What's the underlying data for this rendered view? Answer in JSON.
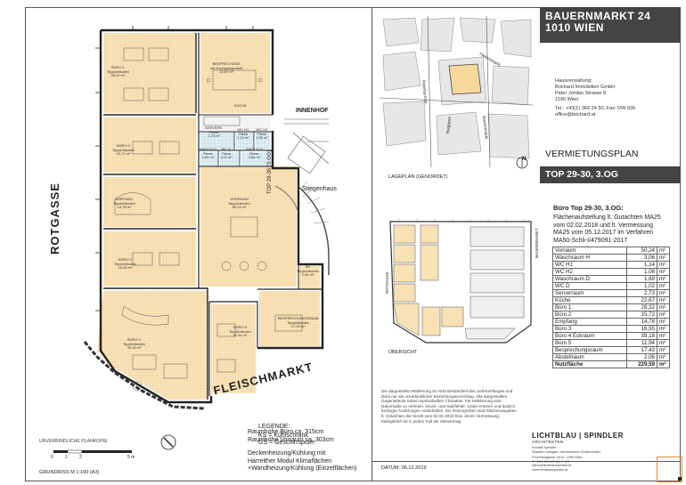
{
  "header": {
    "address_line1": "BAUERNMARKT 24",
    "address_line2": "1010 WIEN"
  },
  "management": {
    "heading": "Hausverwaltung:",
    "company": "Brichard Immobilien GmbH",
    "street": "Peter Jordan Strasse 8",
    "city": "1190 Wien",
    "phone": "Tel.: +43(1) 369 24 50, Fax: DW 936",
    "email": "office@brichard.at"
  },
  "plan_title": {
    "heading": "VERMIETUNGSPLAN",
    "unit": "TOP 29-30, 3.OG"
  },
  "site_plan": {
    "caption": "LAGEPLAN (GENORDET)",
    "north": "N",
    "streets": [
      "Rotenturmstr.",
      "Fleischmarkt",
      "Bauernmarkt",
      "Rotgasse"
    ]
  },
  "overview": {
    "caption": "ÜBERSICHT",
    "streets": [
      "ROTGASSE",
      "BAUERNMARKT"
    ]
  },
  "description": {
    "heading": "Büro Top 29-30, 3.OG:",
    "lines": [
      "Flächenaufstellung lt. Gutachten MA25",
      "vom  02.02.2018 und lt. Vermessung",
      "MA25 vom 05.12.2017 im Verfahren",
      "MA50-Schli-I/479091-2017"
    ]
  },
  "area_table": {
    "unit": "m²",
    "rows": [
      {
        "name": "Vorraum",
        "value": "50,24"
      },
      {
        "name": "Waschraum H",
        "value": "3,06"
      },
      {
        "name": "WC H1",
        "value": "1,14"
      },
      {
        "name": "WC H2",
        "value": "1,06"
      },
      {
        "name": "Waschraum D",
        "value": "1,69"
      },
      {
        "name": "WC D",
        "value": "1,02"
      },
      {
        "name": "Serverraum",
        "value": "2,73"
      },
      {
        "name": "Küche",
        "value": "22,67"
      },
      {
        "name": "Büro 1",
        "value": "28,32"
      },
      {
        "name": "Büro 2",
        "value": "15,72"
      },
      {
        "name": "Empfang",
        "value": "14,78"
      },
      {
        "name": "Büro 3",
        "value": "16,55"
      },
      {
        "name": "Büro 4 Eckraum",
        "value": "39,18"
      },
      {
        "name": "Büro 5",
        "value": "11,94"
      },
      {
        "name": "Besprechungsraum",
        "value": "17,43"
      },
      {
        "name": "Abstellraum",
        "value": "2,06"
      }
    ],
    "total_name": "Nutzfläche",
    "total_value": "229,59"
  },
  "disclaimer": [
    "Die dargestellte Möblierung ist nicht Bestandteil des Lieferumfanges und",
    "dient nur als unverbindlicher Einrichtungsvorschlag. Alle dargestellten",
    "Gegenstände haben symbolhaften Charakter. Für Möblierung sind",
    "Naturmaße zu nehmen. Druck- und Satzfehler, sowie Irrtümer und baulich",
    "bedingte Änderungen vorbehalten. Die Raumgrößen sind Flächenangaben",
    "lt. Gutachten der MA25 vom 02.02.2018 bzw. deren Vermessung.",
    "Maßgeblich ist in jedem Fall der Mietvertrag."
  ],
  "date": "DATUM: 06.12.2019",
  "architects": {
    "name": "LICHTBLAU | SPINDLER",
    "sub": "ARCHITEKTEN",
    "lines": [
      "Konrad Spindler",
      "Staatlich befugter und beeideter Ziviltechniker",
      "Porzellangasse 13/15, 1090 Wien",
      "T +43 1 319 67 46, F -19",
      "office@lichtblauspindler.at",
      "www.lichtblauspindler.at"
    ]
  },
  "floor_plan": {
    "streets": {
      "left": "ROTGASSE",
      "bottom": "FLEISCHMARKT"
    },
    "labels": {
      "innenhof": "INNENHOF",
      "stiegenhaus": "Stiegenhaus",
      "top": "TOP 29-30",
      "top_sub": "(3.OG)"
    },
    "rooms": [
      {
        "name": "BÜRO 1",
        "sub": "Teppichboden",
        "area": "28,32 m²"
      },
      {
        "name": "BESPRECHUNG",
        "sub": "mit Kochgelegenheit",
        "area": "22,67 m²"
      },
      {
        "name": "KÜCHE",
        "sub": "",
        "area": ""
      },
      {
        "name": "BÜRO 2",
        "sub": "Teppichboden",
        "area": "15,72 m²"
      },
      {
        "name": "SERVERR.",
        "sub": "Fliese",
        "area": "2,73 m²"
      },
      {
        "name": "WC H1",
        "sub": "Fliese",
        "area": "1,14 m²"
      },
      {
        "name": "WC H2",
        "sub": "Fliese",
        "area": "1,06 m²"
      },
      {
        "name": "WASCH.D",
        "sub": "Fliese",
        "area": "1,69 m²"
      },
      {
        "name": "WC D",
        "sub": "Fliese",
        "area": "1,02 m²"
      },
      {
        "name": "WASCH.H",
        "sub": "Fliese",
        "area": "3,06 m²"
      },
      {
        "name": "EMPFANG",
        "sub": "Teppichboden",
        "area": "14,78 m²"
      },
      {
        "name": "VORRAUM",
        "sub": "Teppichboden",
        "area": "50,24 m²"
      },
      {
        "name": "BÜRO 3",
        "sub": "Teppichboden",
        "area": "16,55 m²"
      },
      {
        "name": "AR",
        "sub": "Teppichboden",
        "area": "2,06 m²"
      },
      {
        "name": "BÜRO 4",
        "sub": "Teppichboden",
        "area": "39,18 m²"
      },
      {
        "name": "BÜRO 5",
        "sub": "Teppichboden",
        "area": "11,94 m²"
      },
      {
        "name": "BESPRECHUNGSRAUM",
        "sub": "Teppichboden",
        "area": "17,43 m²"
      }
    ]
  },
  "legend": {
    "heading": "LEGENDE:",
    "items": [
      "KS = Kühlschrank",
      "GS = Geschirrspüler"
    ]
  },
  "room_heights": [
    "Raumhöhe Büro ca. 315cm",
    "Raumhöhe Vorraum ca. 303cm"
  ],
  "ceiling": [
    "Deckenheizung/Kühlung mit",
    "Harreither Modul Klimaflächen",
    "+Wandheizung/Kühlung (Einzelflächen)"
  ],
  "scale": {
    "note": "UNVERBINDLICHE PLANKOPIE",
    "ticks": [
      "0",
      "1",
      "2",
      "5 m"
    ],
    "caption": "GRUNDRISS   M 1:100 (A3)"
  }
}
